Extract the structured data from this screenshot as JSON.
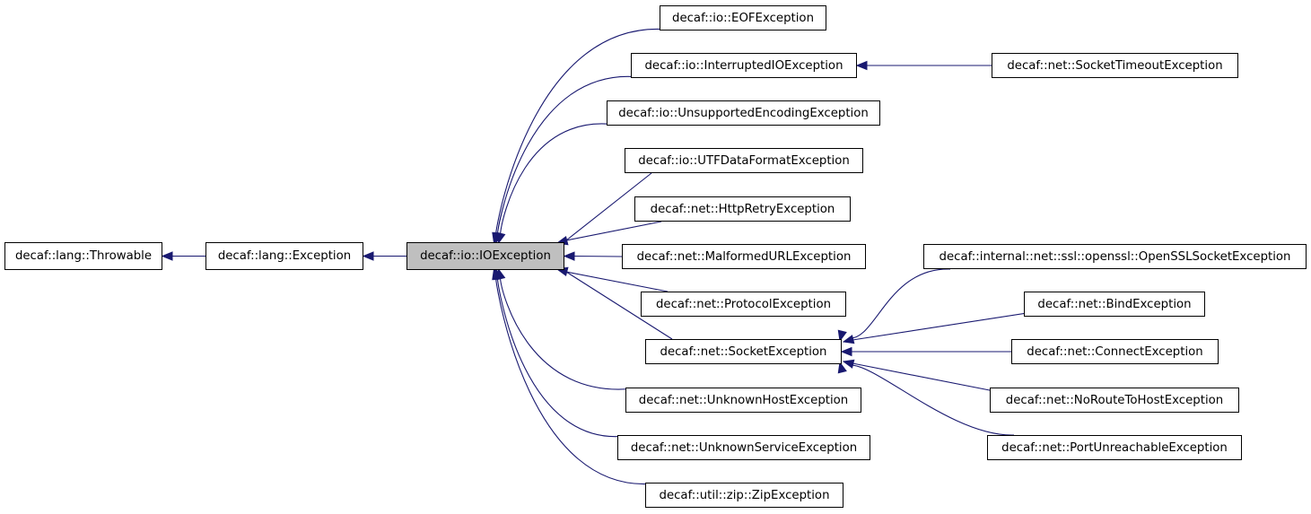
{
  "diagram": {
    "type": "class-inheritance-graph",
    "edge_color": "#191970",
    "highlight_color": "#bfbfbf",
    "nodes": [
      {
        "id": "throwable",
        "label": "decaf::lang::Throwable"
      },
      {
        "id": "exception",
        "label": "decaf::lang::Exception"
      },
      {
        "id": "ioexception",
        "label": "decaf::io::IOException",
        "current": true
      },
      {
        "id": "eof",
        "label": "decaf::io::EOFException"
      },
      {
        "id": "interruptedio",
        "label": "decaf::io::InterruptedIOException"
      },
      {
        "id": "unsupportedencoding",
        "label": "decaf::io::UnsupportedEncodingException"
      },
      {
        "id": "utfdataformat",
        "label": "decaf::io::UTFDataFormatException"
      },
      {
        "id": "httpretry",
        "label": "decaf::net::HttpRetryException"
      },
      {
        "id": "malformedurl",
        "label": "decaf::net::MalformedURLException"
      },
      {
        "id": "protocol",
        "label": "decaf::net::ProtocolException"
      },
      {
        "id": "socket",
        "label": "decaf::net::SocketException"
      },
      {
        "id": "unknownhost",
        "label": "decaf::net::UnknownHostException"
      },
      {
        "id": "unknownservice",
        "label": "decaf::net::UnknownServiceException"
      },
      {
        "id": "zip",
        "label": "decaf::util::zip::ZipException"
      },
      {
        "id": "sockettimeout",
        "label": "decaf::net::SocketTimeoutException"
      },
      {
        "id": "opensslsocket",
        "label": "decaf::internal::net::ssl::openssl::OpenSSLSocketException"
      },
      {
        "id": "bind",
        "label": "decaf::net::BindException"
      },
      {
        "id": "connect",
        "label": "decaf::net::ConnectException"
      },
      {
        "id": "noroutetohost",
        "label": "decaf::net::NoRouteToHostException"
      },
      {
        "id": "portunreachable",
        "label": "decaf::net::PortUnreachableException"
      }
    ],
    "edges": [
      {
        "from": "exception",
        "to": "throwable"
      },
      {
        "from": "ioexception",
        "to": "exception"
      },
      {
        "from": "eof",
        "to": "ioexception"
      },
      {
        "from": "interruptedio",
        "to": "ioexception"
      },
      {
        "from": "unsupportedencoding",
        "to": "ioexception"
      },
      {
        "from": "utfdataformat",
        "to": "ioexception"
      },
      {
        "from": "httpretry",
        "to": "ioexception"
      },
      {
        "from": "malformedurl",
        "to": "ioexception"
      },
      {
        "from": "protocol",
        "to": "ioexception"
      },
      {
        "from": "socket",
        "to": "ioexception"
      },
      {
        "from": "unknownhost",
        "to": "ioexception"
      },
      {
        "from": "unknownservice",
        "to": "ioexception"
      },
      {
        "from": "zip",
        "to": "ioexception"
      },
      {
        "from": "sockettimeout",
        "to": "interruptedio"
      },
      {
        "from": "opensslsocket",
        "to": "socket"
      },
      {
        "from": "bind",
        "to": "socket"
      },
      {
        "from": "connect",
        "to": "socket"
      },
      {
        "from": "noroutetohost",
        "to": "socket"
      },
      {
        "from": "portunreachable",
        "to": "socket"
      }
    ]
  }
}
